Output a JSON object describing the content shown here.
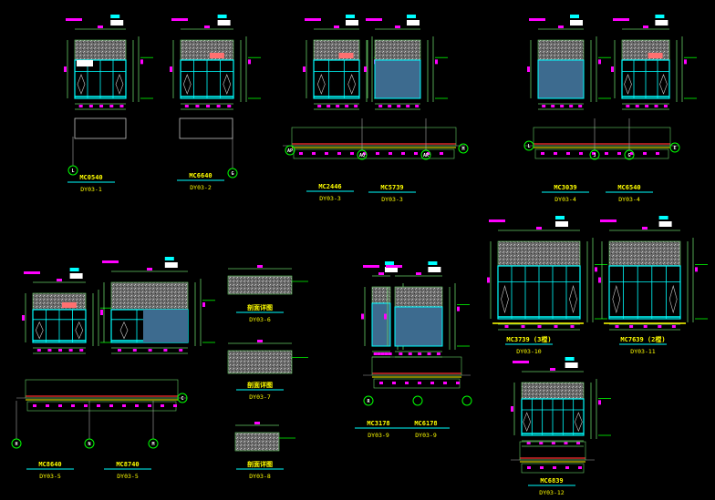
{
  "drawing": {
    "colors": {
      "background": "#000000",
      "frame": "#00ffff",
      "dimension": "#66cc66",
      "mark": "#ff00ff",
      "label": "#ffff00",
      "glass": "#3d6b8f",
      "concrete": "#888888",
      "axis": "#00ff00"
    },
    "details": [
      {
        "code": "MC0540",
        "ref": "DY03-1"
      },
      {
        "code": "MC6640",
        "ref": "DY03-2"
      },
      {
        "code": "MC2446",
        "ref": "DY03-3"
      },
      {
        "code": "MC5739",
        "ref": "DY03-3"
      },
      {
        "code": "MC3039",
        "ref": "DY03-4"
      },
      {
        "code": "MC6540",
        "ref": "DY03-4"
      },
      {
        "code": "MC8640",
        "ref": "DY03-5"
      },
      {
        "code": "MC8740",
        "ref": "DY03-5"
      },
      {
        "code": "剖面详图",
        "ref": "DY03-6"
      },
      {
        "code": "剖面详图",
        "ref": "DY03-7"
      },
      {
        "code": "剖面详图",
        "ref": "DY03-8"
      },
      {
        "code": "MC3178",
        "ref": "DY03-9"
      },
      {
        "code": "MC6178",
        "ref": "DY03-9"
      },
      {
        "code": "MC3739 (3樘)",
        "ref": "DY03-10"
      },
      {
        "code": "MC7639 (2樘)",
        "ref": "DY03-11"
      },
      {
        "code": "MC6839",
        "ref": "DY03-12"
      }
    ],
    "axes": [
      "L",
      "G",
      "AP",
      "AQ",
      "AR",
      "M",
      "L",
      "J",
      "G",
      "E",
      "C",
      "H",
      "N",
      "M",
      "R"
    ]
  }
}
